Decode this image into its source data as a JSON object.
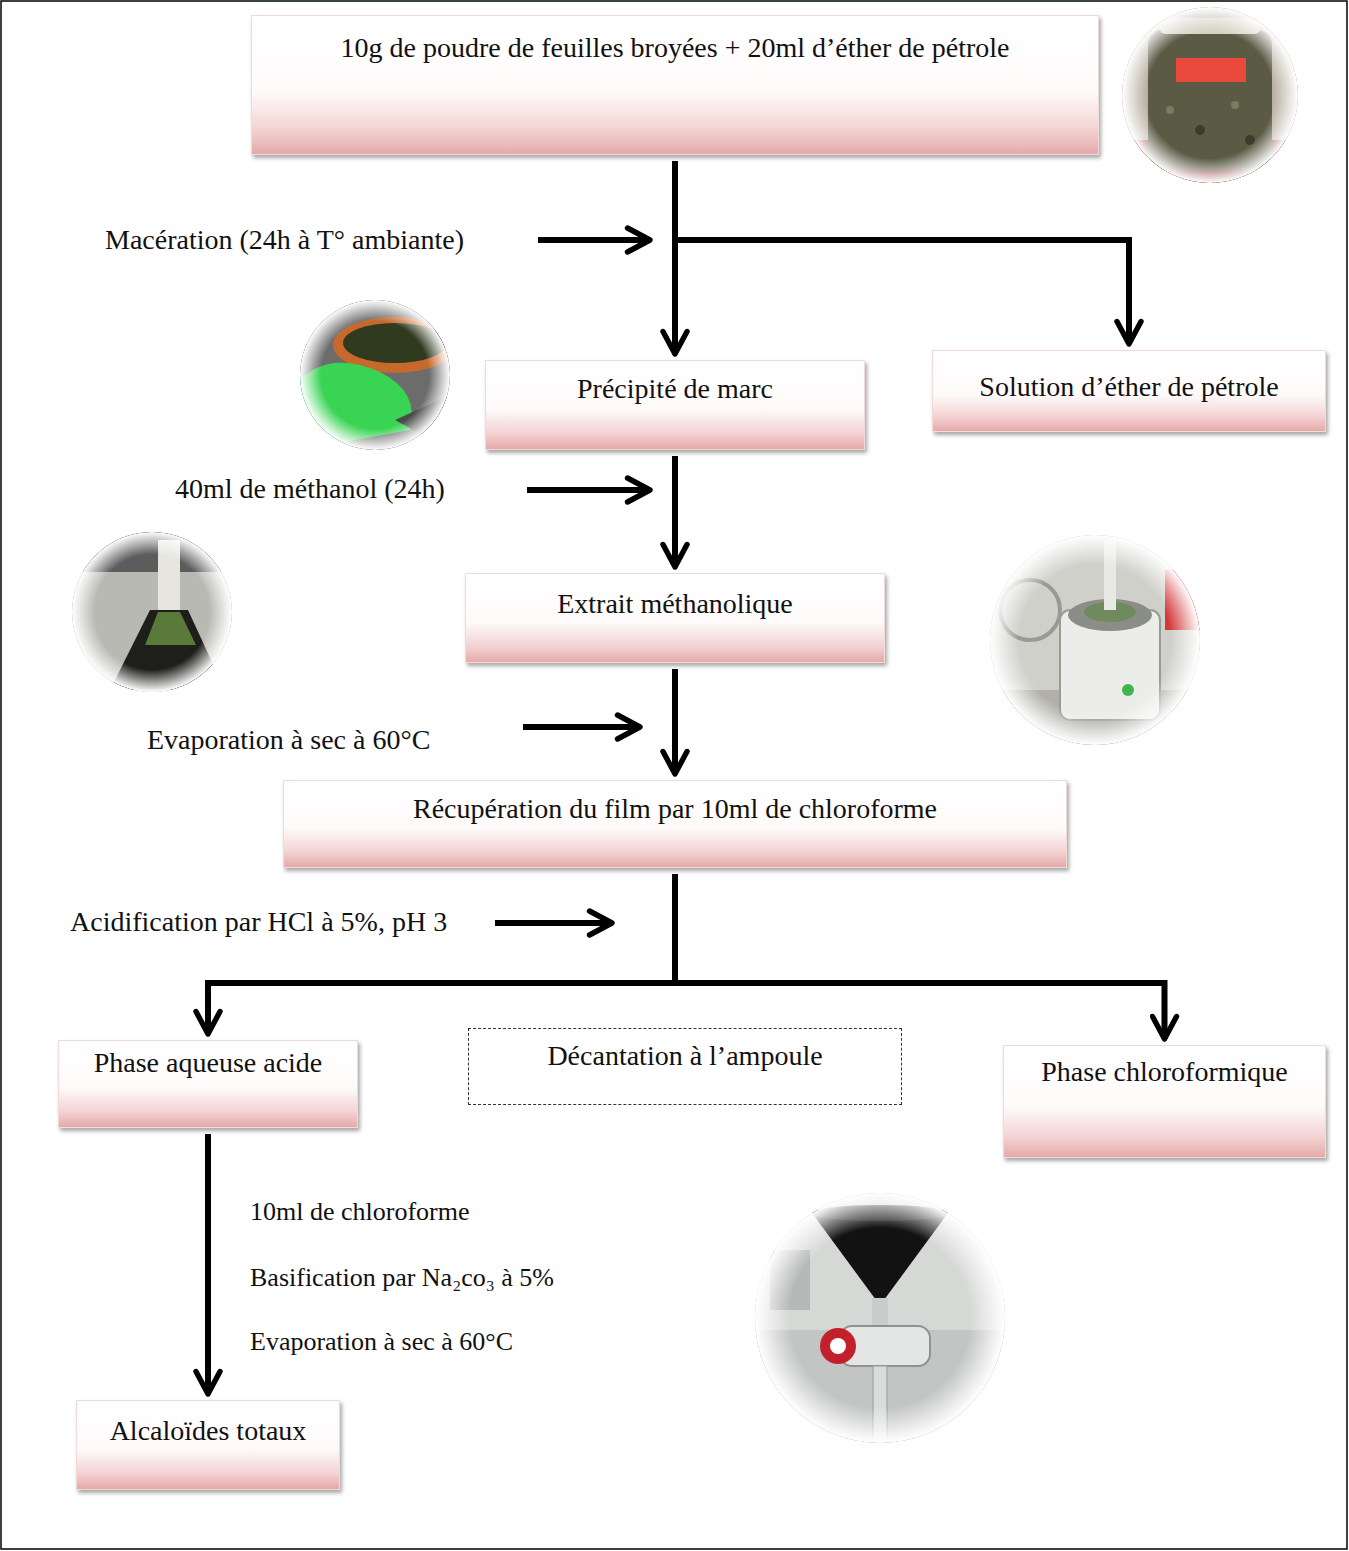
{
  "diagram": {
    "nodes": [
      {
        "text": [
          "10g de poudre de feuilles broyées + 20ml d’éther de pétrole"
        ]
      },
      {
        "text": [
          "Précipité de marc"
        ]
      },
      {
        "text": [
          "Solution d’éther de pétrole"
        ]
      },
      {
        "text": [
          "Extrait méthanolique"
        ]
      },
      {
        "text": [
          "Récupération du film par 10ml de chloroforme"
        ]
      },
      {
        "text": [
          "Phase aqueuse acide"
        ]
      },
      {
        "text": [
          "Décantation à l’ampoule"
        ]
      },
      {
        "text": [
          "Phase chloroformique"
        ]
      },
      {
        "text": [
          "Alcaloïdes totaux"
        ]
      }
    ],
    "edges": [
      {
        "from": 0,
        "to": 1,
        "arrow": "to"
      },
      {
        "from": 0,
        "to": 2,
        "arrow": "to"
      },
      {
        "from": 1,
        "to": 3,
        "arrow": "to"
      },
      {
        "from": 3,
        "to": 4,
        "arrow": "to"
      },
      {
        "from": 4,
        "to": 5,
        "arrow": "to"
      },
      {
        "from": 4,
        "to": 7,
        "arrow": "to"
      },
      {
        "from": 5,
        "to": 8,
        "arrow": "to"
      }
    ],
    "labels": [
      "Macération (24h à T° ambiante)",
      "40ml de méthanol (24h)",
      "Evaporation à sec à 60°C",
      "Acidification par HCl à 5%, pH 3",
      "10ml de chloroforme",
      "Basification par Na₂co₃ à 5%",
      "Evaporation à sec à 60°C"
    ]
  }
}
